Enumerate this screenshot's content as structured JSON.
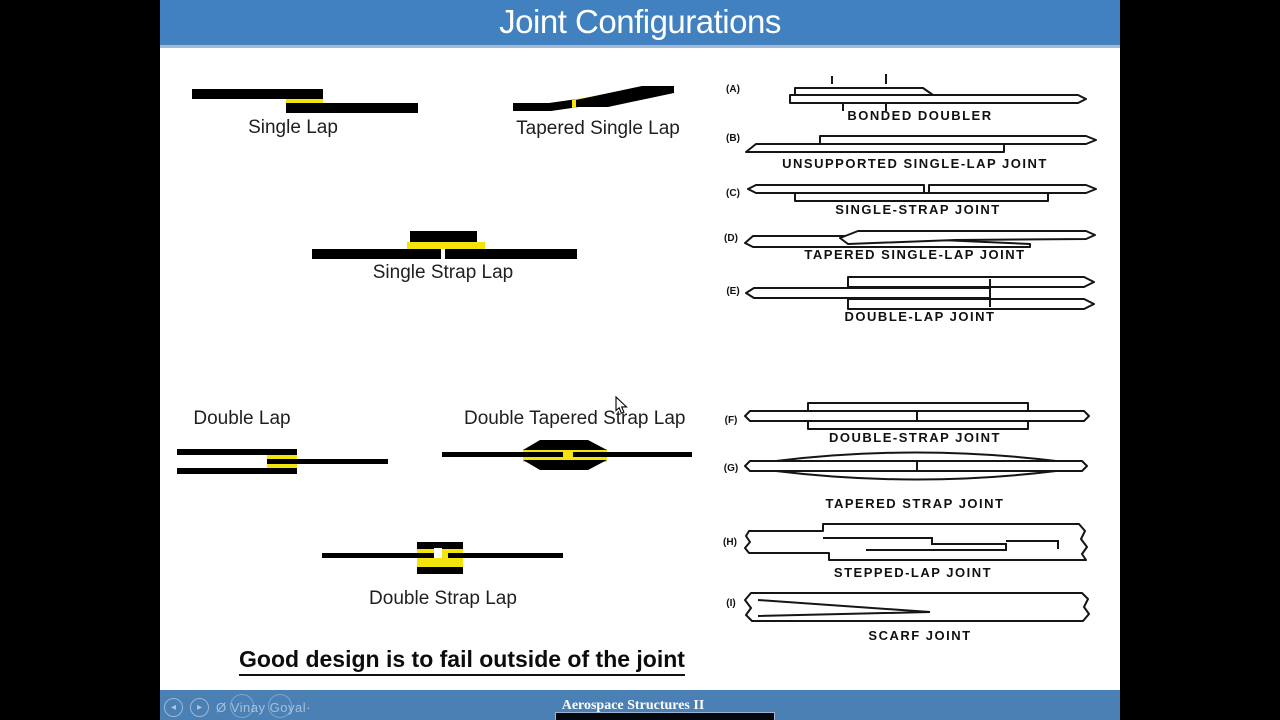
{
  "header": {
    "title": "Joint Configurations"
  },
  "diagrams": {
    "single_lap": {
      "label": "Single Lap"
    },
    "tapered_single_lap": {
      "label": "Tapered Single Lap"
    },
    "single_strap_lap": {
      "label": "Single Strap Lap"
    },
    "double_lap": {
      "label": "Double Lap"
    },
    "double_tapered_strap_lap": {
      "label": "Double Tapered Strap Lap"
    },
    "double_strap_lap": {
      "label": "Double Strap Lap"
    }
  },
  "figure": {
    "panels": [
      {
        "letter": "(A)",
        "caption": "BONDED DOUBLER"
      },
      {
        "letter": "(B)",
        "caption": "UNSUPPORTED SINGLE-LAP JOINT"
      },
      {
        "letter": "(C)",
        "caption": "SINGLE-STRAP JOINT"
      },
      {
        "letter": "(D)",
        "caption": "TAPERED SINGLE-LAP JOINT"
      },
      {
        "letter": "(E)",
        "caption": "DOUBLE-LAP JOINT"
      },
      {
        "letter": "(F)",
        "caption": "DOUBLE-STRAP JOINT"
      },
      {
        "letter": "(G)",
        "caption": "TAPERED STRAP JOINT"
      },
      {
        "letter": "(H)",
        "caption": "STEPPED-LAP JOINT"
      },
      {
        "letter": "(I)",
        "caption": "SCARF JOINT"
      }
    ]
  },
  "statement": {
    "text": "Good design is to fail outside of the joint"
  },
  "footer": {
    "course_title": "Aerospace Structures II",
    "watermark_text": "Ø Vinay Goyal·",
    "nav_prev": "◂",
    "nav_next": "▸"
  },
  "colors": {
    "header_blue": "#4181bf",
    "footer_blue": "#4a80b4",
    "adhesive_yellow": "#f2e40c",
    "adherend_black": "#000000"
  }
}
